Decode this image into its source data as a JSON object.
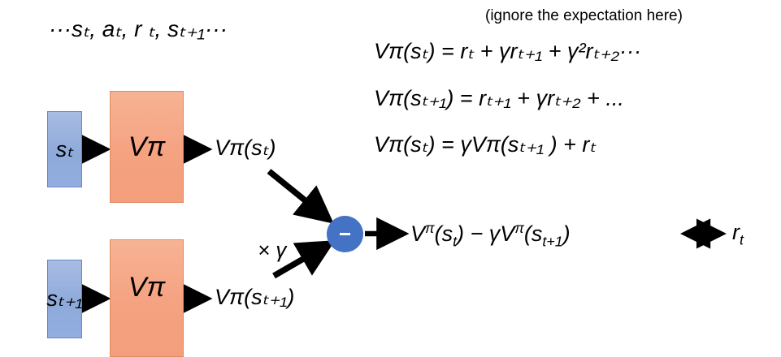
{
  "diagram": {
    "title_sequence": "···sₜ, aₜ, r ₜ, sₜ₊₁···",
    "note": "(ignore the expectation here)",
    "equations": [
      "Vπ(sₜ) = rₜ + γrₜ₊₁ + γ²rₜ₊₂···",
      "Vπ(sₜ₊₁) = rₜ₊₁ + γrₜ₊₂ + ...",
      "Vπ(sₜ) = γVπ(sₜ₊₁ ) + rₜ"
    ],
    "result_equation": "Vπ(sₜ) − γVπ(sₜ₊₁) ⟷ rₜ",
    "rows": [
      {
        "state_label": "sₜ",
        "network_label": "Vπ",
        "output_label": "Vπ(sₜ)"
      },
      {
        "state_label": "sₜ₊₁",
        "network_label": "Vπ",
        "output_label": "Vπ(sₜ₊₁)"
      }
    ],
    "discount_label": "× γ",
    "operator_node": {
      "symbol": "−",
      "name": "subtract"
    },
    "colors": {
      "state_box": "#8eaada",
      "state_box_border": "#6b86c4",
      "network_box": "#f5a281",
      "network_box_border": "#e08a5e",
      "operator_node": "#4472c4",
      "arrow": "#000000",
      "text": "#000000",
      "background": "#ffffff"
    }
  }
}
